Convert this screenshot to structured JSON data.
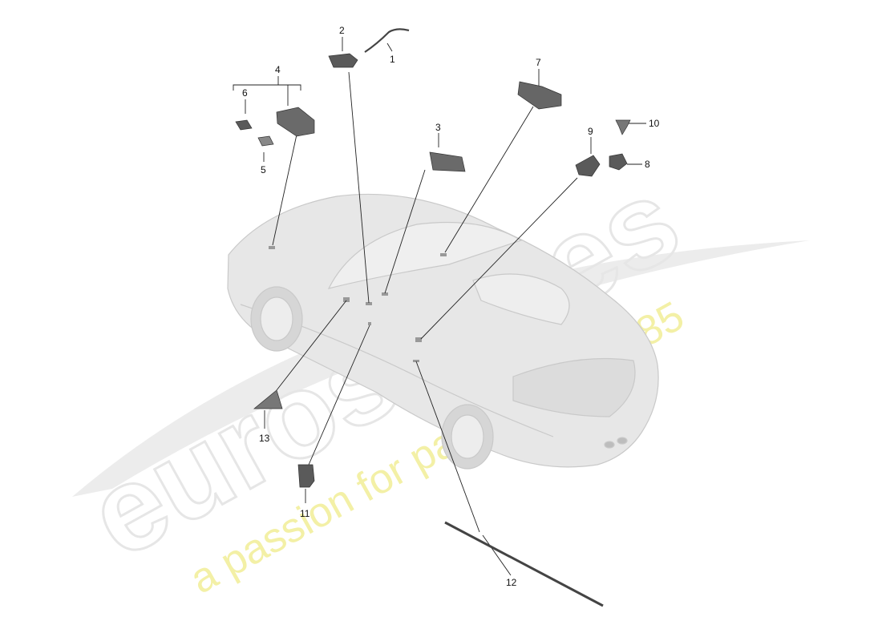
{
  "watermark": {
    "brand": "eurospares",
    "tagline": "a passion for parts since 1985",
    "brand_color": "#e6e6e6",
    "tagline_color": "#f3f0a6"
  },
  "callouts": [
    "1",
    "2",
    "3",
    "4",
    "5",
    "6",
    "7",
    "8",
    "9",
    "10",
    "11",
    "12",
    "13"
  ],
  "colors": {
    "line": "#222222",
    "part": "#555555",
    "car": "#e4e4e4",
    "car_stroke": "#c8c8c8"
  }
}
